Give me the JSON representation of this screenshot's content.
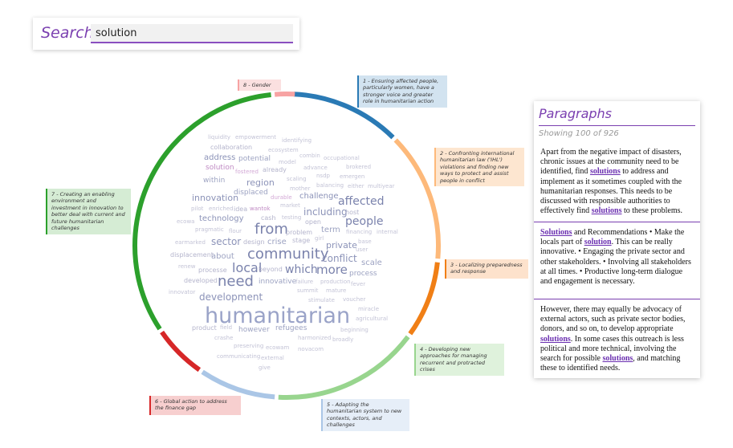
{
  "search": {
    "label": "Search:",
    "value": "solution"
  },
  "wheel": {
    "segments": [
      {
        "id": 1,
        "color": "#2a7ab5",
        "share": 0.12,
        "label": "1 - Ensuring affected people, particularly women, have a stronger voice and greater role in humanitarian action",
        "callout_bg": "#d2e3f0",
        "callout_border": "#2a7ab5"
      },
      {
        "id": 2,
        "color": "#fdb97a",
        "share": 0.14,
        "label": "2 - Confronting international humanitarian law ('IHL') violations and finding new ways to protect and assist people in conflict",
        "callout_bg": "#fde6d0",
        "callout_border": "#fdb97a"
      },
      {
        "id": 3,
        "color": "#f07f16",
        "share": 0.085,
        "label": "3 - Localizing preparedness and response",
        "callout_bg": "#fde2cc",
        "callout_border": "#f07f16"
      },
      {
        "id": 4,
        "color": "#98d58e",
        "share": 0.16,
        "label": "4 - Developing new approaches for managing recurrent and protracted crises",
        "callout_bg": "#dff2dc",
        "callout_border": "#98d58e"
      },
      {
        "id": 5,
        "color": "#aac6e6",
        "share": 0.085,
        "label": "5 - Adapting the humanitarian system to new contexts, actors, and challenges",
        "callout_bg": "#e6eef8",
        "callout_border": "#aac6e6"
      },
      {
        "id": 6,
        "color": "#d62728",
        "share": 0.06,
        "label": "6 - Global action to address the finance gap",
        "callout_bg": "#f7cfcf",
        "callout_border": "#d62728"
      },
      {
        "id": 7,
        "color": "#2ca02c",
        "share": 0.33,
        "label": "7 - Creating an enabling environment and investment in innovation to better deal with current and future humanitarian challenges",
        "callout_bg": "#d5ecd4",
        "callout_border": "#2ca02c"
      },
      {
        "id": 8,
        "color": "#f7a3a3",
        "share": 0.025,
        "label": "8 - Gender",
        "callout_bg": "#fbe0e0",
        "callout_border": "#f7a3a3"
      }
    ]
  },
  "cloud": [
    {
      "text": "liquidity",
      "size": 7,
      "color": "#c3c3d6"
    },
    {
      "text": "empowerment",
      "size": 7,
      "color": "#c3c3d6"
    },
    {
      "text": "identifying",
      "size": 7,
      "color": "#c3c3d6"
    },
    {
      "text": "collaboration",
      "size": 8,
      "color": "#b4b4cc"
    },
    {
      "text": "ecosystem",
      "size": 7,
      "color": "#c3c3d6"
    },
    {
      "text": "address",
      "size": 10,
      "color": "#8c93b8"
    },
    {
      "text": "potential",
      "size": 9,
      "color": "#9da3c2"
    },
    {
      "text": "combin",
      "size": 7,
      "color": "#c3c3d6"
    },
    {
      "text": "occupational",
      "size": 7,
      "color": "#c3c3d6"
    },
    {
      "text": "model",
      "size": 7,
      "color": "#c3c3d6"
    },
    {
      "text": "solution",
      "size": 9,
      "color": "#c08bc4"
    },
    {
      "text": "fostered",
      "size": 7,
      "color": "#d3a9d6"
    },
    {
      "text": "already",
      "size": 8,
      "color": "#b4b4cc"
    },
    {
      "text": "advance",
      "size": 7,
      "color": "#c3c3d6"
    },
    {
      "text": "brokered",
      "size": 7,
      "color": "#c3c3d6"
    },
    {
      "text": "nsdp",
      "size": 7,
      "color": "#c3c3d6"
    },
    {
      "text": "emergen",
      "size": 7,
      "color": "#c3c3d6"
    },
    {
      "text": "within",
      "size": 9,
      "color": "#9da3c2"
    },
    {
      "text": "region",
      "size": 11,
      "color": "#8c93b8"
    },
    {
      "text": "scaling",
      "size": 7,
      "color": "#c3c3d6"
    },
    {
      "text": "balancing",
      "size": 7,
      "color": "#c3c3d6"
    },
    {
      "text": "either",
      "size": 7,
      "color": "#c3c3d6"
    },
    {
      "text": "multiyear",
      "size": 7,
      "color": "#c3c3d6"
    },
    {
      "text": "mother",
      "size": 7,
      "color": "#c3c3d6"
    },
    {
      "text": "displaced",
      "size": 9,
      "color": "#9da3c2"
    },
    {
      "text": "innovation",
      "size": 11,
      "color": "#8c93b8"
    },
    {
      "text": "durable",
      "size": 7,
      "color": "#d3a9d6"
    },
    {
      "text": "challenge",
      "size": 10,
      "color": "#8c93b8"
    },
    {
      "text": "affected",
      "size": 14,
      "color": "#7a82ac"
    },
    {
      "text": "pilot",
      "size": 7,
      "color": "#c3c3d6"
    },
    {
      "text": "enriched",
      "size": 7,
      "color": "#c3c3d6"
    },
    {
      "text": "idea",
      "size": 8,
      "color": "#b4b4cc"
    },
    {
      "text": "wantok",
      "size": 7,
      "color": "#c08bc4"
    },
    {
      "text": "market",
      "size": 7,
      "color": "#c3c3d6"
    },
    {
      "text": "host",
      "size": 8,
      "color": "#b4b4cc"
    },
    {
      "text": "technology",
      "size": 10,
      "color": "#8c93b8"
    },
    {
      "text": "cash",
      "size": 8,
      "color": "#b4b4cc"
    },
    {
      "text": "testing",
      "size": 7,
      "color": "#c3c3d6"
    },
    {
      "text": "including",
      "size": 12,
      "color": "#8c93b8"
    },
    {
      "text": "people",
      "size": 14,
      "color": "#7a82ac"
    },
    {
      "text": "ecowa",
      "size": 7,
      "color": "#c3c3d6"
    },
    {
      "text": "open",
      "size": 8,
      "color": "#b4b4cc"
    },
    {
      "text": "pragmatic",
      "size": 7,
      "color": "#c3c3d6"
    },
    {
      "text": "flour",
      "size": 7,
      "color": "#c3c3d6"
    },
    {
      "text": "from",
      "size": 18,
      "color": "#7a82ac"
    },
    {
      "text": "problem",
      "size": 8,
      "color": "#b4b4cc"
    },
    {
      "text": "term",
      "size": 10,
      "color": "#9da3c2"
    },
    {
      "text": "financing",
      "size": 7,
      "color": "#c3c3d6"
    },
    {
      "text": "internal",
      "size": 7,
      "color": "#c3c3d6"
    },
    {
      "text": "earmarked",
      "size": 7,
      "color": "#c3c3d6"
    },
    {
      "text": "sector",
      "size": 12,
      "color": "#8c93b8"
    },
    {
      "text": "design",
      "size": 8,
      "color": "#b4b4cc"
    },
    {
      "text": "crise",
      "size": 10,
      "color": "#9da3c2"
    },
    {
      "text": "stage",
      "size": 8,
      "color": "#b4b4cc"
    },
    {
      "text": "girl",
      "size": 7,
      "color": "#c3c3d6"
    },
    {
      "text": "private",
      "size": 11,
      "color": "#8c93b8"
    },
    {
      "text": "base",
      "size": 7,
      "color": "#c3c3d6"
    },
    {
      "text": "user",
      "size": 7,
      "color": "#c3c3d6"
    },
    {
      "text": "displacement",
      "size": 8,
      "color": "#b4b4cc"
    },
    {
      "text": "about",
      "size": 10,
      "color": "#9da3c2"
    },
    {
      "text": "community",
      "size": 18,
      "color": "#7a82ac"
    },
    {
      "text": "conflict",
      "size": 12,
      "color": "#8c93b8"
    },
    {
      "text": "renew",
      "size": 7,
      "color": "#c3c3d6"
    },
    {
      "text": "local",
      "size": 16,
      "color": "#7a82ac"
    },
    {
      "text": "beyond",
      "size": 8,
      "color": "#b4b4cc"
    },
    {
      "text": "which",
      "size": 14,
      "color": "#7a82ac"
    },
    {
      "text": "more",
      "size": 15,
      "color": "#7a82ac"
    },
    {
      "text": "scale",
      "size": 10,
      "color": "#9da3c2"
    },
    {
      "text": "processe",
      "size": 8,
      "color": "#b4b4cc"
    },
    {
      "text": "process",
      "size": 9,
      "color": "#9da3c2"
    },
    {
      "text": "developed",
      "size": 8,
      "color": "#b4b4cc"
    },
    {
      "text": "need",
      "size": 18,
      "color": "#7a82ac"
    },
    {
      "text": "innovative",
      "size": 9,
      "color": "#9da3c2"
    },
    {
      "text": "failure",
      "size": 7,
      "color": "#c3c3d6"
    },
    {
      "text": "production",
      "size": 7,
      "color": "#c3c3d6"
    },
    {
      "text": "fever",
      "size": 7,
      "color": "#c3c3d6"
    },
    {
      "text": "summit",
      "size": 7,
      "color": "#c3c3d6"
    },
    {
      "text": "mature",
      "size": 7,
      "color": "#c3c3d6"
    },
    {
      "text": "innovator",
      "size": 7,
      "color": "#c3c3d6"
    },
    {
      "text": "development",
      "size": 12,
      "color": "#8c93b8"
    },
    {
      "text": "stimulate",
      "size": 7,
      "color": "#c3c3d6"
    },
    {
      "text": "voucher",
      "size": 7,
      "color": "#c3c3d6"
    },
    {
      "text": "miracle",
      "size": 7,
      "color": "#c3c3d6"
    },
    {
      "text": "humanitarian",
      "size": 27,
      "color": "#9aa3c8"
    },
    {
      "text": "agricultural",
      "size": 7,
      "color": "#c3c3d6"
    },
    {
      "text": "product",
      "size": 8,
      "color": "#b4b4cc"
    },
    {
      "text": "field",
      "size": 7,
      "color": "#c3c3d6"
    },
    {
      "text": "however",
      "size": 9,
      "color": "#9da3c2"
    },
    {
      "text": "refugees",
      "size": 9,
      "color": "#9da3c2"
    },
    {
      "text": "beginning",
      "size": 7,
      "color": "#c3c3d6"
    },
    {
      "text": "crashe",
      "size": 7,
      "color": "#c3c3d6"
    },
    {
      "text": "harmonized",
      "size": 7,
      "color": "#c3c3d6"
    },
    {
      "text": "broadly",
      "size": 7,
      "color": "#c3c3d6"
    },
    {
      "text": "preserving",
      "size": 7,
      "color": "#c3c3d6"
    },
    {
      "text": "ecowam",
      "size": 7,
      "color": "#c3c3d6"
    },
    {
      "text": "novacom",
      "size": 7,
      "color": "#c3c3d6"
    },
    {
      "text": "communicating",
      "size": 7,
      "color": "#c3c3d6"
    },
    {
      "text": "external",
      "size": 7,
      "color": "#c3c3d6"
    },
    {
      "text": "give",
      "size": 7,
      "color": "#c3c3d6"
    }
  ],
  "paragraphs_panel": {
    "title": "Paragraphs",
    "showing": "Showing 100 of 926",
    "paragraphs": [
      [
        {
          "t": "Apart from the negative impact of disasters, chronic issues at the community need to be identified, find "
        },
        {
          "t": "solutions",
          "h": true
        },
        {
          "t": " to address and implement as it sometimes coupled with the humanitarian responses. This needs to be discussed with responsible authorities to effectively find "
        },
        {
          "t": "solutions",
          "h": true
        },
        {
          "t": " to these problems."
        }
      ],
      [
        {
          "t": "Solutions",
          "h": true
        },
        {
          "t": " and Recommendations • Make the locals part of "
        },
        {
          "t": "solution",
          "h": true
        },
        {
          "t": ". This can be really innovative. • Engaging the private sector and other stakeholders. • Involving all stakeholders at all times. • Productive long-term dialogue and engagement is necessary."
        }
      ],
      [
        {
          "t": "However, there may equally be advocacy of external actors, such as private sector bodies, donors, and so on, to develop appropriate "
        },
        {
          "t": "solutions",
          "h": true
        },
        {
          "t": ". In some cases this outreach is less political and more technical, involving the search for possible "
        },
        {
          "t": "solutions",
          "h": true
        },
        {
          "t": ", and matching these to identified needs."
        }
      ]
    ]
  }
}
